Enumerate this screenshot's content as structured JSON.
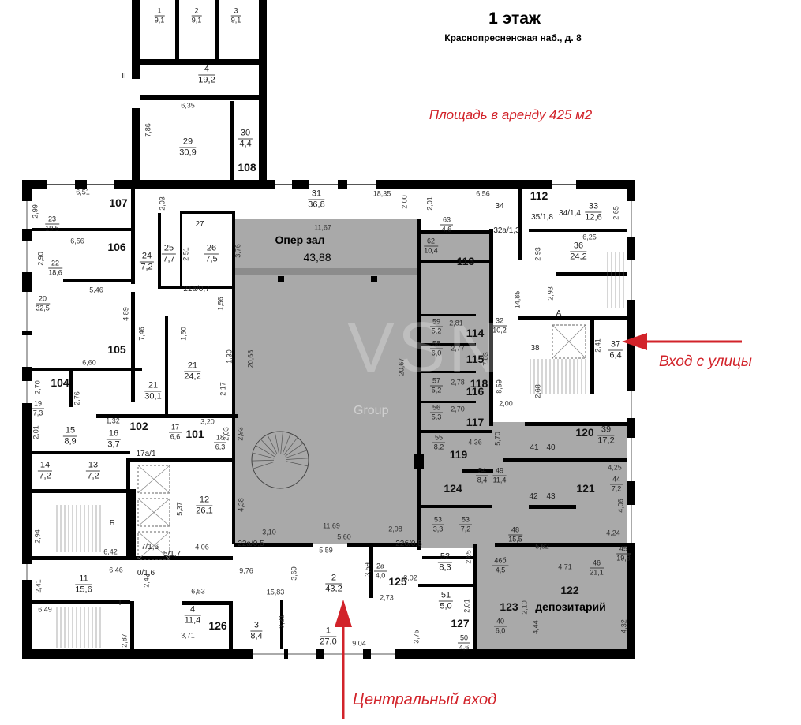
{
  "header": {
    "title": "1 этаж",
    "address": "Краснопресненская наб., д. 8",
    "rent_area": "Площадь в аренду 425 м2"
  },
  "entrances": {
    "street": "Вход с улицы",
    "central": "Центральный вход"
  },
  "hall": {
    "title": "Опер зал",
    "area": "43,88"
  },
  "depository": "депозитарий",
  "watermark": {
    "main": "VSN",
    "sub": "Group"
  },
  "colors": {
    "accent": "#d2232a",
    "wall": "#000000",
    "rented_area": "#a9a9a9"
  },
  "rooms": [
    {
      "num": "1",
      "area": "9,1"
    },
    {
      "num": "2",
      "area": "9,1"
    },
    {
      "num": "3",
      "area": "9,1"
    },
    {
      "num": "4",
      "area": "19,2"
    },
    {
      "num": "29",
      "area": "30,9"
    },
    {
      "num": "30",
      "area": "4,4"
    },
    {
      "num": "31",
      "area": "36,8"
    },
    {
      "num": "23",
      "area": "19,5"
    },
    {
      "num": "22",
      "area": "18,6"
    },
    {
      "num": "20",
      "area": "32,5"
    },
    {
      "num": "24",
      "area": "7,2"
    },
    {
      "num": "25",
      "area": "7,7"
    },
    {
      "num": "26",
      "area": "7,5"
    },
    {
      "num": "21",
      "area": "30,1"
    },
    {
      "num": "21",
      "area": "24,2"
    },
    {
      "num": "19",
      "area": "7,3"
    },
    {
      "num": "15",
      "area": "8,9"
    },
    {
      "num": "16",
      "area": "3,7"
    },
    {
      "num": "17",
      "area": "6,6"
    },
    {
      "num": "18",
      "area": "6,3"
    },
    {
      "num": "14",
      "area": "7,2"
    },
    {
      "num": "13",
      "area": "7,2"
    },
    {
      "num": "12",
      "area": "26,1"
    },
    {
      "num": "11",
      "area": "15,6"
    },
    {
      "num": "2",
      "area": "43,2"
    },
    {
      "num": "1",
      "area": "27,0"
    },
    {
      "num": "3",
      "area": "8,4"
    },
    {
      "num": "4",
      "area": "11,4"
    },
    {
      "num": "63",
      "area": "4,6"
    },
    {
      "num": "62",
      "area": "10,4"
    },
    {
      "num": "33",
      "area": "12,6"
    },
    {
      "num": "36",
      "area": "24,2"
    },
    {
      "num": "32",
      "area": "10,2"
    },
    {
      "num": "37",
      "area": "6,4"
    },
    {
      "num": "39",
      "area": "17,2"
    },
    {
      "num": "44",
      "area": "7,2"
    },
    {
      "num": "45",
      "area": "19,8"
    },
    {
      "num": "46",
      "area": "21,1"
    },
    {
      "num": "48",
      "area": "15,5"
    },
    {
      "num": "49",
      "area": "11,4"
    },
    {
      "num": "54",
      "area": "8,4"
    },
    {
      "num": "53",
      "area": "3,3"
    },
    {
      "num": "53",
      "area": "7,2"
    },
    {
      "num": "52",
      "area": "8,3"
    },
    {
      "num": "51",
      "area": "5,0"
    },
    {
      "num": "50",
      "area": "4,6"
    },
    {
      "num": "59",
      "area": "5,2"
    },
    {
      "num": "58",
      "area": "6,0"
    },
    {
      "num": "57",
      "area": "5,2"
    },
    {
      "num": "56",
      "area": "5,3"
    },
    {
      "num": "55",
      "area": "8,2"
    },
    {
      "num": "46б",
      "area": "4,5"
    },
    {
      "num": "40",
      "area": "6,0"
    },
    {
      "num": "2а",
      "area": "4,0"
    }
  ],
  "offices": [
    "107",
    "106",
    "105",
    "104",
    "102",
    "101",
    "108",
    "112",
    "113",
    "114",
    "115",
    "116",
    "117",
    "118",
    "119",
    "124",
    "120",
    "121",
    "122",
    "123",
    "125",
    "126",
    "127"
  ],
  "inline_labels": [
    "32а/1,3",
    "35/1,8",
    "34/1,4",
    "34",
    "21а/0,7",
    "27",
    "17а/1",
    "22а/0,5",
    "22б/0,5",
    "7/1,6",
    "5/1,7",
    "0/1,6",
    "41",
    "40",
    "42",
    "43",
    "38",
    "А",
    "Б",
    "I",
    "II"
  ],
  "dimensions": [
    "6,51",
    "2,99",
    "6,56",
    "2,90",
    "5,46",
    "4,89",
    "7,46",
    "6,60",
    "2,70",
    "2,76",
    "2,01",
    "1,32",
    "3,20",
    "2,03",
    "2,93",
    "1,56",
    "1,50",
    "1,30",
    "2,17",
    "3,76",
    "2,51",
    "11,67",
    "18,35",
    "2,00",
    "2,01",
    "6,56",
    "6,25",
    "2,93",
    "14,85",
    "2,93",
    "2,41",
    "2,68",
    "2,00",
    "8,59",
    "7,03",
    "20,67",
    "20,68",
    "4,38",
    "5,37",
    "4,06",
    "6,42",
    "2,94",
    "6,46",
    "2,41",
    "2,42",
    "9,76",
    "3,69",
    "3,59",
    "5,59",
    "5,60",
    "11,69",
    "3,10",
    "2,98",
    "6,53",
    "15,83",
    "6,49",
    "2,87",
    "3,71",
    "3,21",
    "9,04",
    "3,75",
    "3,02",
    "2,85",
    "2,73",
    "2,01",
    "4,36",
    "5,70",
    "4,25",
    "4,06",
    "4,24",
    "5,62",
    "4,71",
    "4,44",
    "4,32",
    "2,10",
    "6,35",
    "7,86",
    "2,65",
    "2,03",
    "2,81",
    "2,77",
    "2,78",
    "2,70"
  ]
}
